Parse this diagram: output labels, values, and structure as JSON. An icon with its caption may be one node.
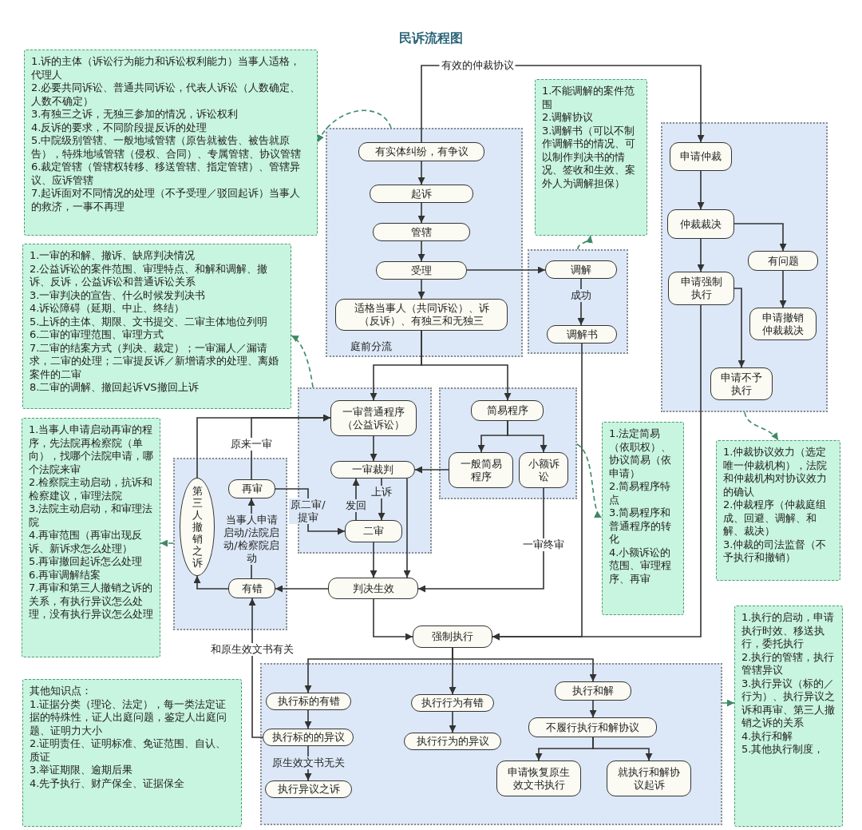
{
  "diagram": {
    "title": "民诉流程图",
    "nodes": [
      {
        "text": [
          "1.诉的主体（诉讼行为能力和诉讼权利能力）当事人适格，代理人",
          "2.必要共同诉讼、普通共同诉讼，代表人诉讼（人数确定、人数不确定）",
          "3.有独三之诉，无独三参加的情况，诉讼权利",
          "4.反诉的要求，不同阶段提反诉的处理",
          "5.中院级别管辖、一般地域管辖（原告就被告、被告就原告），特殊地域管辖（侵权、合同）、专属管辖、协议管辖",
          "6.裁定管辖（管辖权转移、移送管辖、指定管辖）、管辖异议、应诉管辖",
          "7.起诉面对不同情况的处理（不予受理／驳回起诉）当事人的救济，一事不再理"
        ]
      },
      {
        "text": [],
        "shape": "box"
      },
      {
        "text": [
          "有实体纠纷，有争议"
        ],
        "in": 1
      },
      {
        "text": [
          "起诉"
        ],
        "in": 1
      },
      {
        "text": [
          "管辖"
        ],
        "in": 1
      },
      {
        "text": [
          "受理"
        ],
        "in": 1
      },
      {
        "text": [
          "适格当事人（共同诉讼）、诉（反诉）、有独三和无独三"
        ],
        "in": 1
      },
      {
        "text": [
          "1.不能调解的案件范围",
          "2.调解协议",
          "3.调解书（可以不制作调解书的情况、可以制作判决书的情况、签收和生效、案外人为调解担保）"
        ]
      },
      {
        "text": [],
        "shape": "box"
      },
      {
        "text": [
          "调解"
        ],
        "in": 8
      },
      {
        "text": [
          "调解书"
        ],
        "in": 8
      },
      {
        "text": [],
        "shape": "box"
      },
      {
        "text": [
          "申请仲裁"
        ],
        "in": 11
      },
      {
        "text": [
          "仲裁裁决"
        ],
        "in": 11
      },
      {
        "text": [
          "有问题"
        ],
        "in": 11
      },
      {
        "text": [
          "申请强制执行"
        ],
        "in": 11
      },
      {
        "text": [
          "申请撤销仲裁裁决"
        ],
        "in": 11
      },
      {
        "text": [
          "申请不予执行"
        ],
        "in": 11
      },
      {
        "text": [
          "1.一审的和解、撤诉、缺席判决情况",
          "2.公益诉讼的案件范围、审理特点、和解和调解、撤诉、反诉，公益诉讼和普通诉讼关系",
          "3.一审判决的宣告、什么时候发判决书",
          "4.诉讼障碍（延期、中止、终结）",
          "5.上诉的主体、期限、文书提交、二审主体地位列明",
          "6.二审的审理范围、审理方式",
          "7.二审的结案方式（判决、裁定）；一审漏人／漏请求，二审的处理；二审提反诉／新增请求的处理、离婚案件的二审",
          "8.二审的调解、撤回起诉VS撤回上诉"
        ]
      },
      {
        "text": [],
        "shape": "box"
      },
      {
        "text": [
          "一审普通程序（公益诉讼）"
        ],
        "in": 19
      },
      {
        "text": [
          "一审裁判"
        ],
        "in": 19
      },
      {
        "text": [
          "二审"
        ],
        "in": 19
      },
      {
        "text": [],
        "shape": "box"
      },
      {
        "text": [
          "简易程序"
        ],
        "in": 23
      },
      {
        "text": [
          "一般简易程序"
        ],
        "in": 23
      },
      {
        "text": [
          "小额诉讼"
        ],
        "in": 23
      },
      {
        "text": [
          "1.当事人申请启动再审的程序，先法院再检察院（单向），找哪个法院申请，哪个法院来审",
          "2.检察院主动启动，抗诉和检察建议，审理法院",
          "3.法院主动启动，和审理法院",
          "4.再审范围（再审出现反诉、新诉求怎么处理）",
          "5.再审撤回起诉怎么处理",
          "6.再审调解结案",
          "7.再审和第三人撤销之诉的关系，有执行异议怎么处理，没有执行异议怎么处理"
        ]
      },
      {
        "text": [],
        "shape": "box"
      },
      {
        "text": [
          "第三人撤销之诉"
        ],
        "in": 28
      },
      {
        "text": [
          "再审"
        ],
        "in": 28
      },
      {
        "text": [
          "有错"
        ],
        "in": 28
      },
      {
        "text": [
          "1.法定简易（依职权）、协议简易（依申请）",
          "2.简易程序特点",
          "3.简易程序和普通程序的转化",
          "4.小额诉讼的范围、审理程序、再审"
        ]
      },
      {
        "text": [
          "1.仲裁协议效力（选定唯一仲裁机构），法院和仲裁机构对协议效力的确认",
          "2.仲裁程序（仲裁庭组成、回避、调解、和解、裁决）",
          "3.仲裁的司法监督（不予执行和撤销）"
        ]
      },
      {
        "text": [
          "判决生效"
        ]
      },
      {
        "text": [
          "强制执行"
        ]
      },
      {
        "text": [
          "1.执行的启动，申请执行时效、移送执行，委托执行",
          "2.执行的管辖，执行管辖异议",
          "3.执行异议（标的／行为）、执行异议之诉和再审、第三人撤销之诉的关系",
          "4.执行和解",
          "5.其他执行制度，"
        ]
      },
      {
        "text": [
          "其他知识点：",
          "1.证据分类（理论、法定），每一类法定证据的特殊性，证人出庭问题，鉴定人出庭问题、证明力大小",
          "2.证明责任、证明标准、免证范围、自认、质证",
          "3.举证期限、逾期后果",
          "4.先予执行、财产保全、证据保全"
        ]
      },
      {
        "text": [],
        "shape": "box"
      },
      {
        "text": [
          "执行标的有错"
        ],
        "in": 38
      },
      {
        "text": [
          "执行行为有错"
        ],
        "in": 38
      },
      {
        "text": [
          "执行和解"
        ],
        "in": 38
      },
      {
        "text": [
          "执行标的的异议"
        ],
        "in": 38
      },
      {
        "text": [
          "执行行为的异议"
        ],
        "in": 38
      },
      {
        "text": [
          "不履行执行和解协议"
        ],
        "in": 38
      },
      {
        "text": [
          "执行异议之诉"
        ],
        "in": 38
      },
      {
        "text": [
          "申请恢复原生效文书执行"
        ],
        "in": 38
      },
      {
        "text": [
          "就执行和解协议起诉"
        ],
        "in": 38
      }
    ],
    "edges": [
      {
        "from": 2,
        "to": 12,
        "arrow": "to",
        "label": "有效的仲裁协议"
      },
      {
        "from": 2,
        "to": 3,
        "arrow": "to"
      },
      {
        "from": 3,
        "to": 4,
        "arrow": "to"
      },
      {
        "from": 4,
        "to": 5,
        "arrow": "to"
      },
      {
        "from": 5,
        "to": 6,
        "arrow": "to"
      },
      {
        "from": 5,
        "to": 9,
        "arrow": "to"
      },
      {
        "from": 9,
        "to": 10,
        "arrow": "to",
        "label": "成功"
      },
      {
        "from": 10,
        "to": 35,
        "arrow": "to"
      },
      {
        "from": 6,
        "to": 20,
        "arrow": "to",
        "label": "庭前分流"
      },
      {
        "from": 6,
        "to": 24,
        "arrow": "to"
      },
      {
        "from": 24,
        "to": 25,
        "arrow": "to"
      },
      {
        "from": 24,
        "to": 26,
        "arrow": "to"
      },
      {
        "from": 25,
        "to": 21,
        "arrow": "to"
      },
      {
        "from": 26,
        "to": 34,
        "arrow": "to",
        "label": "一审终审"
      },
      {
        "from": 20,
        "to": 21,
        "arrow": "to"
      },
      {
        "from": 21,
        "to": 22,
        "arrow": "to",
        "label": "上诉"
      },
      {
        "from": 22,
        "to": 21,
        "arrow": "to",
        "label": "发回"
      },
      {
        "from": 22,
        "to": 34,
        "arrow": "to"
      },
      {
        "from": 21,
        "to": 34,
        "arrow": "to"
      },
      {
        "from": 34,
        "to": 31,
        "arrow": "to"
      },
      {
        "from": 34,
        "to": 35,
        "arrow": "to"
      },
      {
        "from": 31,
        "to": 30,
        "arrow": "to",
        "label": "当事人申请启动/法院启动/检察院启动"
      },
      {
        "from": 31,
        "to": 29,
        "arrow": "to"
      },
      {
        "from": 29,
        "to": 20,
        "arrow": "to"
      },
      {
        "from": 30,
        "to": 20,
        "arrow": "to",
        "label": "原来一审"
      },
      {
        "from": 30,
        "to": 22,
        "arrow": "to",
        "label": "原二审/提审"
      },
      {
        "from": 42,
        "to": 31,
        "arrow": "to",
        "label": "和原生效文书有关"
      },
      {
        "from": 12,
        "to": 13,
        "arrow": "to"
      },
      {
        "from": 13,
        "to": 14,
        "arrow": "to"
      },
      {
        "from": 13,
        "to": 15,
        "arrow": "to"
      },
      {
        "from": 14,
        "to": 16,
        "arrow": "to"
      },
      {
        "from": 15,
        "to": 17,
        "arrow": "to"
      },
      {
        "from": 15,
        "to": 35,
        "arrow": "to"
      },
      {
        "from": 35,
        "to": 39,
        "arrow": "to"
      },
      {
        "from": 35,
        "to": 40,
        "arrow": "to"
      },
      {
        "from": 35,
        "to": 41,
        "arrow": "to"
      },
      {
        "from": 39,
        "to": 42,
        "arrow": "to"
      },
      {
        "from": 42,
        "to": 45,
        "arrow": "to",
        "label": "原生效文书无关"
      },
      {
        "from": 40,
        "to": 43,
        "arrow": "to"
      },
      {
        "from": 41,
        "to": 44,
        "arrow": "to"
      },
      {
        "from": 44,
        "to": 46,
        "arrow": "to"
      },
      {
        "from": 44,
        "to": 47,
        "arrow": "to"
      },
      {
        "from": 1,
        "to": 0,
        "arrow": "to",
        "style": "dashed",
        "color": "#3d8a66"
      },
      {
        "from": 19,
        "to": 18,
        "arrow": "to",
        "style": "dashed",
        "color": "#3d8a66"
      },
      {
        "from": 28,
        "to": 27,
        "arrow": "to",
        "style": "dashed",
        "color": "#3d8a66"
      },
      {
        "from": 8,
        "to": 7,
        "arrow": "to",
        "style": "dashed",
        "color": "#3d8a66"
      },
      {
        "from": 23,
        "to": 32,
        "arrow": "to",
        "style": "dashed",
        "color": "#3d8a66"
      },
      {
        "from": 11,
        "to": 33,
        "arrow": "to",
        "style": "dashed",
        "color": "#3d8a66"
      },
      {
        "from": 38,
        "to": 36,
        "arrow": "to",
        "style": "dashed",
        "color": "#3d8a66"
      }
    ]
  }
}
